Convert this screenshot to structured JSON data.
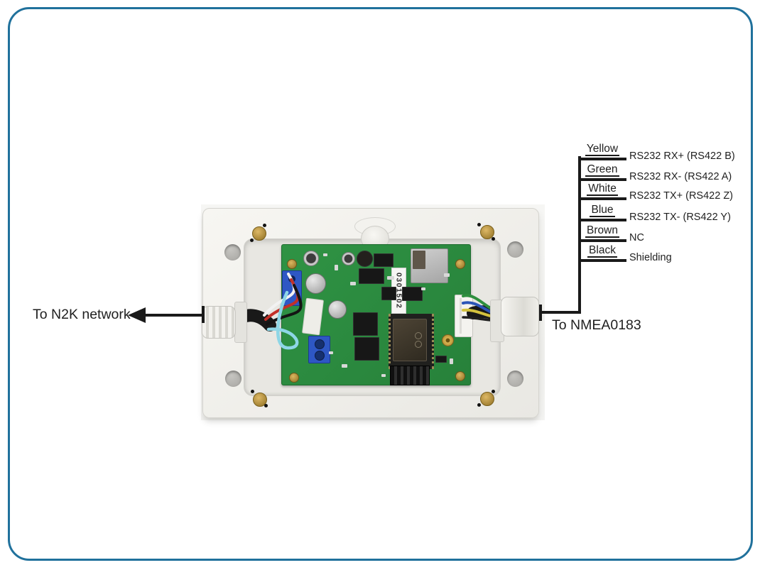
{
  "diagram": {
    "left_connection_label": "To N2K network",
    "right_connection_label": "To NMEA0183",
    "device": {
      "pcb_serial": "0301502"
    },
    "wires": [
      {
        "color_name": "Yellow",
        "signal": "RS232 RX+ (RS422 B)"
      },
      {
        "color_name": "Green",
        "signal": "RS232 RX- (RS422 A)"
      },
      {
        "color_name": "White",
        "signal": "RS232 TX+ (RS422 Z)"
      },
      {
        "color_name": "Blue",
        "signal": "RS232 TX- (RS422 Y)"
      },
      {
        "color_name": "Brown",
        "signal": "NC"
      },
      {
        "color_name": "Black",
        "signal": "Shielding"
      }
    ],
    "colors": {
      "frame_border": "#20719c",
      "annotation": "#1a1a1a",
      "pcb_green": "#2f9344",
      "enclosure": "#f2f1ec"
    }
  }
}
